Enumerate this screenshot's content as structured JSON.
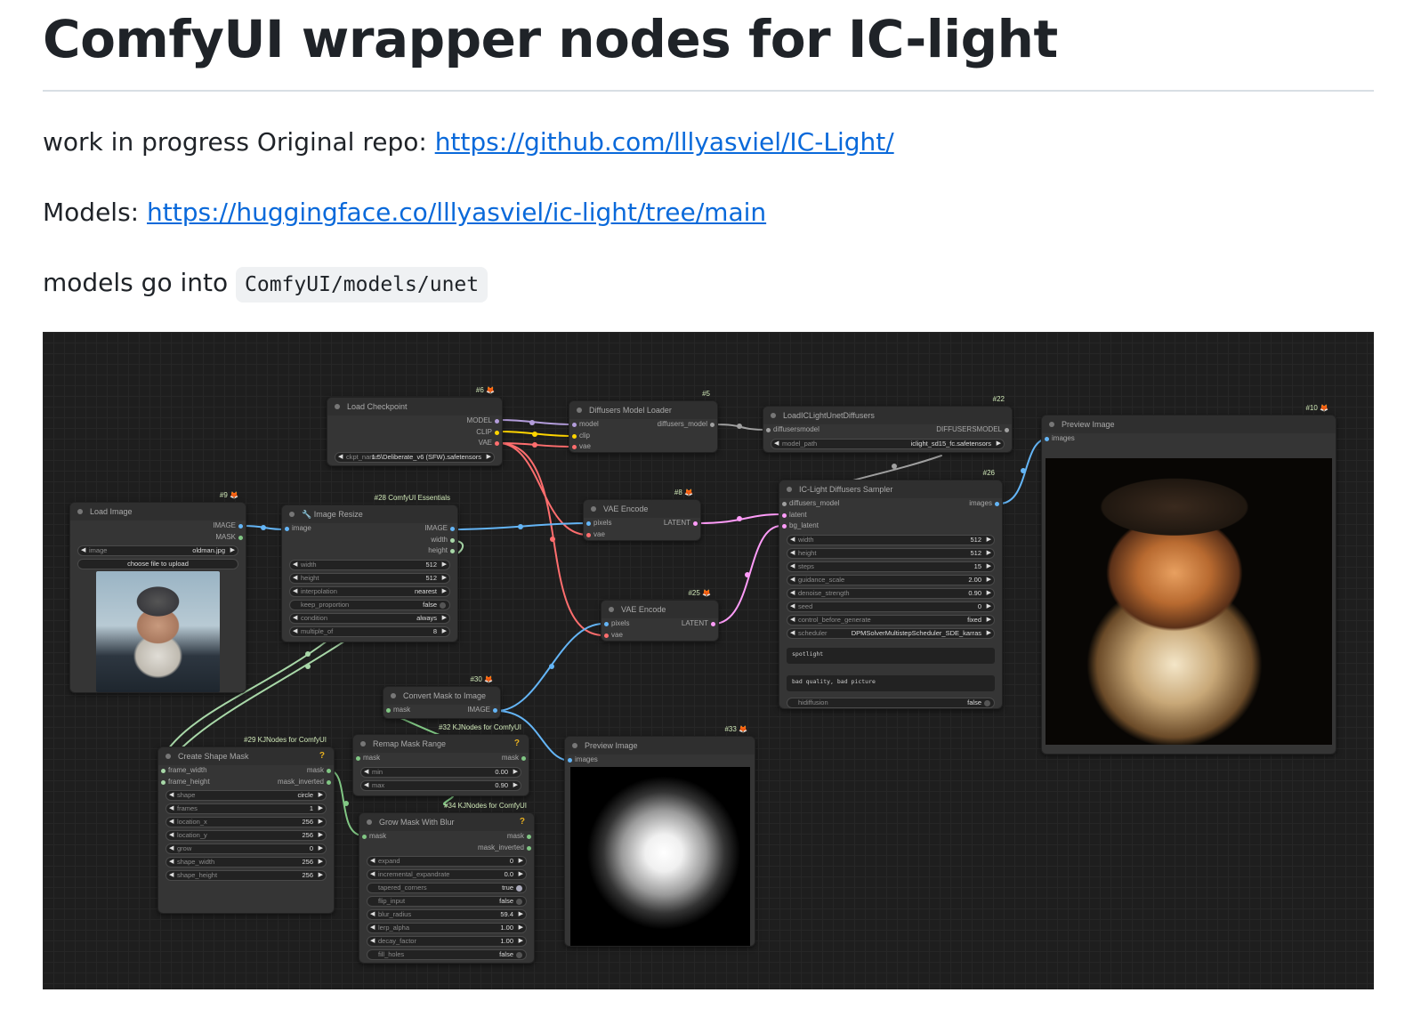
{
  "readme": {
    "title": "ComfyUI wrapper nodes for IC-light",
    "line1_text": "work in progress Original repo: ",
    "line1_link": "https://github.com/lllyasviel/IC-Light/",
    "line2_text": "Models: ",
    "line2_link": "https://huggingface.co/lllyasviel/ic-light/tree/main",
    "line3_text": "models go into ",
    "line3_code": "ComfyUI/models/unet"
  },
  "nodes": {
    "load_checkpoint": {
      "id": "#6",
      "title": "Load Checkpoint",
      "outputs": [
        "MODEL",
        "CLIP",
        "VAE"
      ],
      "ckpt_label": "ckpt_name",
      "ckpt_value": "1.5\\Deliberate_v6 (SFW).safetensors"
    },
    "diffusers_loader": {
      "id": "#5",
      "title": "Diffusers Model Loader",
      "inputs": [
        "model",
        "clip",
        "vae"
      ],
      "output": "diffusers_model"
    },
    "ic_unet": {
      "id": "#22",
      "title": "LoadICLightUnetDiffusers",
      "input": "diffusersmodel",
      "output": "DIFFUSERSMODEL",
      "widget_label": "model_path",
      "widget_value": "iclight_sd15_fc.safetensors"
    },
    "preview_main": {
      "id": "#10",
      "title": "Preview Image",
      "input": "images"
    },
    "load_image": {
      "id": "#9",
      "title": "Load Image",
      "outputs": [
        "IMAGE",
        "MASK"
      ],
      "image_label": "image",
      "image_value": "oldman.jpg",
      "upload_label": "choose file to upload"
    },
    "image_resize": {
      "id": "#28 ComfyUI Essentials",
      "title": "🔧 Image Resize",
      "input": "image",
      "outputs": [
        "IMAGE",
        "width",
        "height"
      ],
      "widgets": [
        {
          "label": "width",
          "value": "512"
        },
        {
          "label": "height",
          "value": "512"
        },
        {
          "label": "interpolation",
          "value": "nearest"
        },
        {
          "label": "keep_proportion",
          "value": "false",
          "toggle": true
        },
        {
          "label": "condition",
          "value": "always"
        },
        {
          "label": "multiple_of",
          "value": "8"
        }
      ]
    },
    "vae_encode_1": {
      "id": "#8",
      "title": "VAE Encode",
      "inputs": [
        "pixels",
        "vae"
      ],
      "output": "LATENT"
    },
    "vae_encode_2": {
      "id": "#25",
      "title": "VAE Encode",
      "inputs": [
        "pixels",
        "vae"
      ],
      "output": "LATENT"
    },
    "sampler": {
      "id": "#26",
      "title": "IC-Light Diffusers Sampler",
      "inputs": [
        "diffusers_model",
        "latent",
        "bg_latent"
      ],
      "output": "images",
      "widgets": [
        {
          "label": "width",
          "value": "512"
        },
        {
          "label": "height",
          "value": "512"
        },
        {
          "label": "steps",
          "value": "15"
        },
        {
          "label": "guidance_scale",
          "value": "2.00"
        },
        {
          "label": "denoise_strength",
          "value": "0.90"
        },
        {
          "label": "seed",
          "value": "0"
        },
        {
          "label": "control_before_generate",
          "value": "fixed"
        },
        {
          "label": "scheduler",
          "value": "DPMSolverMultistepScheduler_SDE_karras"
        }
      ],
      "positive": "spotlight",
      "negative": "bad quality, bad picture",
      "hidiffusion_label": "hidiffusion",
      "hidiffusion_value": "false"
    },
    "convert_mask": {
      "id": "#30",
      "title": "Convert Mask to Image",
      "input": "mask",
      "output": "IMAGE"
    },
    "create_shape": {
      "id": "#29 KJNodes for ComfyUI",
      "title": "Create Shape Mask",
      "inputs": [
        "frame_width",
        "frame_height"
      ],
      "outputs": [
        "mask",
        "mask_inverted"
      ],
      "widgets": [
        {
          "label": "shape",
          "value": "circle"
        },
        {
          "label": "frames",
          "value": "1"
        },
        {
          "label": "location_x",
          "value": "256"
        },
        {
          "label": "location_y",
          "value": "256"
        },
        {
          "label": "grow",
          "value": "0"
        },
        {
          "label": "shape_width",
          "value": "256"
        },
        {
          "label": "shape_height",
          "value": "256"
        }
      ]
    },
    "remap_mask": {
      "id": "#32 KJNodes for ComfyUI",
      "title": "Remap Mask Range",
      "input": "mask",
      "output": "mask",
      "widgets": [
        {
          "label": "min",
          "value": "0.00"
        },
        {
          "label": "max",
          "value": "0.90"
        }
      ]
    },
    "grow_mask": {
      "id": "#34 KJNodes for ComfyUI",
      "title": "Grow Mask With Blur",
      "input": "mask",
      "outputs": [
        "mask",
        "mask_inverted"
      ],
      "widgets": [
        {
          "label": "expand",
          "value": "0"
        },
        {
          "label": "incremental_expandrate",
          "value": "0.0"
        },
        {
          "label": "tapered_corners",
          "value": "true",
          "toggle": true,
          "on": true
        },
        {
          "label": "flip_input",
          "value": "false",
          "toggle": true
        },
        {
          "label": "blur_radius",
          "value": "59.4"
        },
        {
          "label": "lerp_alpha",
          "value": "1.00"
        },
        {
          "label": "decay_factor",
          "value": "1.00"
        },
        {
          "label": "fill_holes",
          "value": "false",
          "toggle": true
        }
      ]
    },
    "preview_mask": {
      "id": "#33",
      "title": "Preview Image",
      "input": "images"
    }
  },
  "help_glyph": "?",
  "fox_glyph": "🦊",
  "colors": {
    "model": "#b39ddb",
    "clip": "#ffd500",
    "vae": "#ff6e6e",
    "image": "#64b5f6",
    "latent": "#ff9cf9",
    "mask": "#81c784",
    "int": "#a8d8a8",
    "link": "#0969da"
  }
}
